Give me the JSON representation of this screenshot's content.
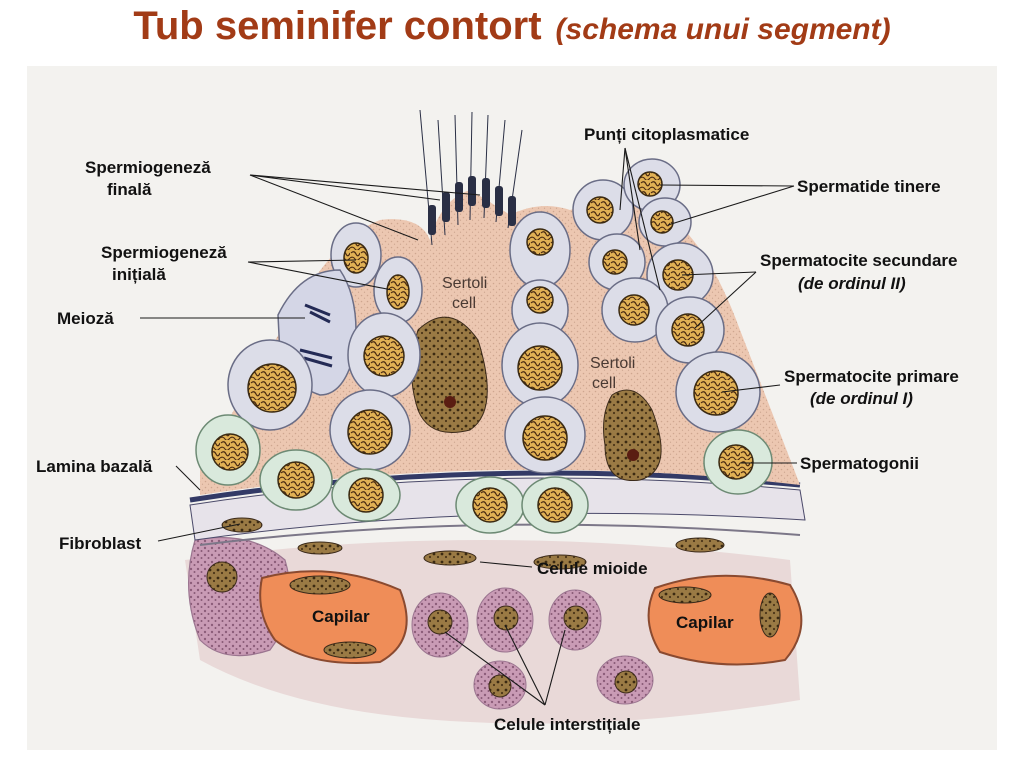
{
  "title": {
    "main": "Tub seminifer contort",
    "sub": "(schema unui segment)"
  },
  "labels": {
    "spermiogeneza_finala_1": "Spermiogeneză",
    "spermiogeneza_finala_2": "finală",
    "spermiogeneza_initiala_1": "Spermiogeneză",
    "spermiogeneza_initiala_2": "inițială",
    "meioza": "Meioză",
    "lamina_bazala": "Lamina bazală",
    "fibroblast": "Fibroblast",
    "punti_citoplasmatice": "Punți citoplasmatice",
    "spermatide_tinere": "Spermatide tinere",
    "spermatocite_secundare_1": "Spermatocite secundare",
    "spermatocite_secundare_2": "(de ordinul II)",
    "spermatocite_primare_1": "Spermatocite primare",
    "spermatocite_primare_2": "(de ordinul I)",
    "spermatogonii": "Spermatogonii",
    "celule_mioide": "Celule mioide",
    "capilar_left": "Capilar",
    "capilar_right": "Capilar",
    "celule_interstitiale": "Celule interstițiale",
    "sertoli_left_1": "Sertoli",
    "sertoli_left_2": "cell",
    "sertoli_right_1": "Sertoli",
    "sertoli_right_2": "cell"
  },
  "colors": {
    "title": "#a23b16",
    "sertoli_cytoplasm": "#ecc7b1",
    "nucleus": "#e1b154",
    "germ_cell": "#dcdde8",
    "spermatogonia": "#d9e9dc",
    "interstitial": "#c99bb5",
    "capillary": "#ee8f5c"
  }
}
